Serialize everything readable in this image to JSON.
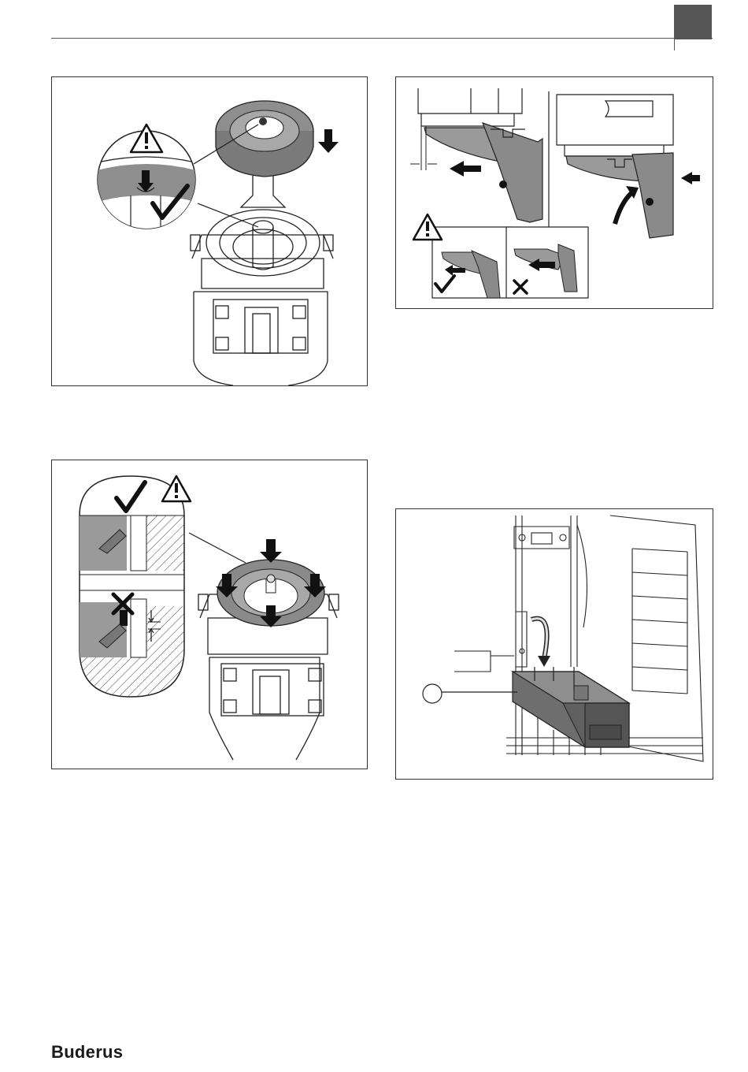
{
  "header": {
    "accent_color": "#555555"
  },
  "figures": [
    {
      "id": "fig1",
      "icons": [
        "warning-icon",
        "check-icon",
        "arrow-down-icon"
      ]
    },
    {
      "id": "fig2",
      "icons": [
        "warning-icon",
        "check-icon",
        "cross-icon",
        "arrow-left-icon",
        "arrow-curved-icon"
      ]
    },
    {
      "id": "fig3",
      "icons": [
        "check-icon",
        "warning-icon",
        "cross-icon",
        "arrow-down-icon"
      ]
    },
    {
      "id": "fig4",
      "icons": [
        "callout-circle-icon",
        "arrow-curved-icon"
      ]
    }
  ],
  "footer": {
    "brand": "Buderus"
  }
}
